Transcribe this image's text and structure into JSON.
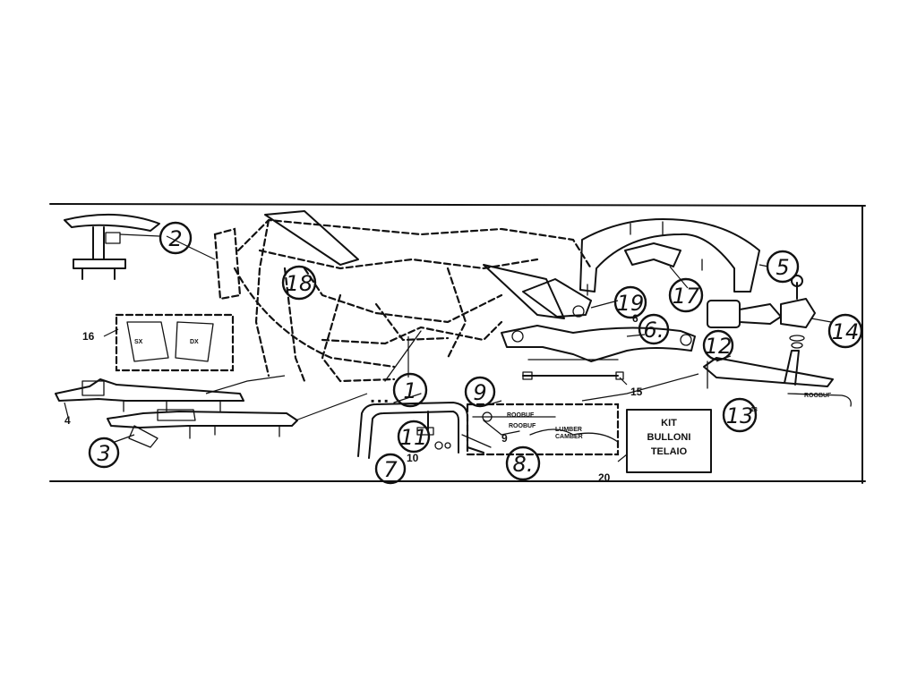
{
  "callouts": {
    "c1": "1",
    "c2": "2",
    "c3": "3",
    "c4": "4",
    "c5": "5",
    "c6": "6",
    "c6b": "6.",
    "c7": "7",
    "c8": "8.",
    "c9": "9",
    "c9b": "9",
    "c10": "10",
    "c11": "11",
    "c12": "12",
    "c13": "13",
    "c14": "14",
    "c15": "15",
    "c16": "16",
    "c17": "17",
    "c18": "18",
    "c19": "19",
    "c20": "20"
  },
  "decals": {
    "sx": "SX",
    "dx": "DX",
    "tag1": "ROOBUF",
    "tag2": "ROOBUF",
    "tag3": "ROOBUF",
    "loop_a": "LUMBER",
    "loop_b": "CAMBER"
  },
  "kit_box": {
    "line1": "KIT",
    "line2": "BULLONI",
    "line3": "TELAIO"
  }
}
